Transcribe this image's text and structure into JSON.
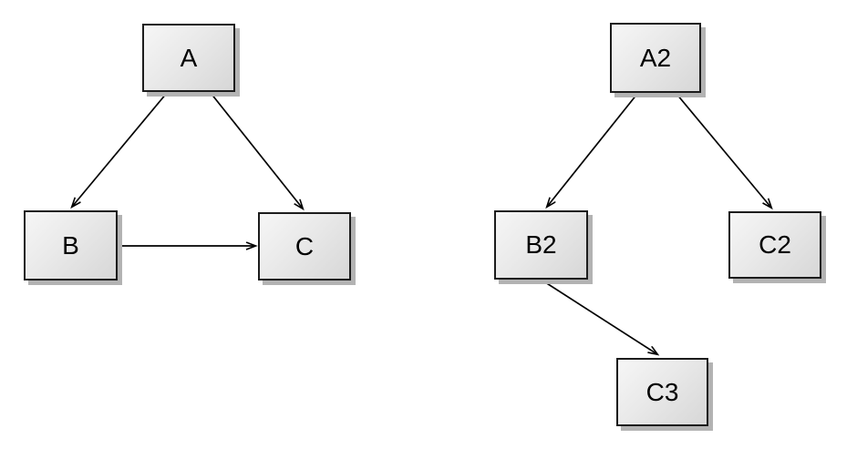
{
  "background_color": "#ffffff",
  "node_style": {
    "fill_light": "#f6f6f6",
    "fill_dark": "#d7d7d7",
    "border_color": "#1c1c1c",
    "shadow_color": "#b3b3b3",
    "text_color": "#000000",
    "edge_color": "#000000"
  },
  "diagrams": [
    {
      "name": "left-graph",
      "nodes": [
        {
          "id": "A",
          "label": "A"
        },
        {
          "id": "B",
          "label": "B"
        },
        {
          "id": "C",
          "label": "C"
        }
      ],
      "edges": [
        {
          "from": "A",
          "to": "B"
        },
        {
          "from": "A",
          "to": "C"
        },
        {
          "from": "B",
          "to": "C"
        }
      ]
    },
    {
      "name": "right-graph",
      "nodes": [
        {
          "id": "A2",
          "label": "A2"
        },
        {
          "id": "B2",
          "label": "B2"
        },
        {
          "id": "C2",
          "label": "C2"
        },
        {
          "id": "C3",
          "label": "C3"
        }
      ],
      "edges": [
        {
          "from": "A2",
          "to": "B2"
        },
        {
          "from": "A2",
          "to": "C2"
        },
        {
          "from": "B2",
          "to": "C3"
        }
      ]
    }
  ]
}
